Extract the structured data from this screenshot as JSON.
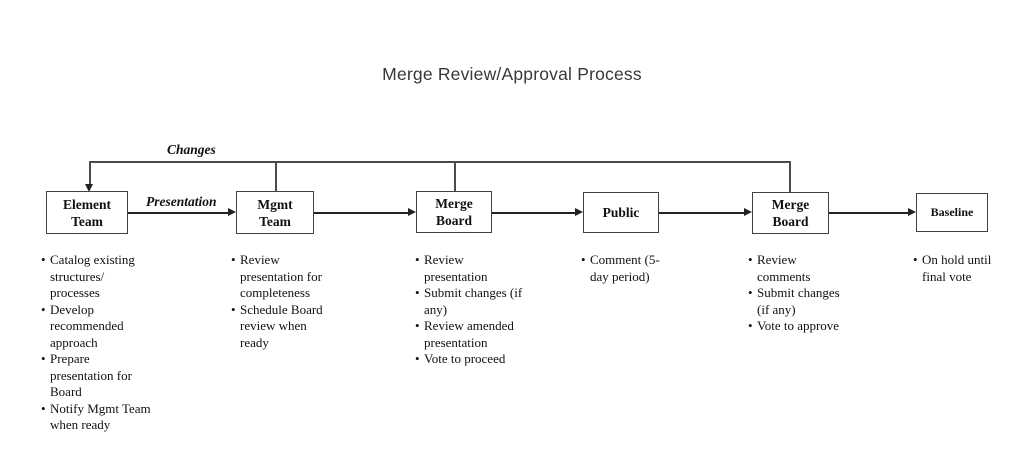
{
  "title": "Merge Review/Approval Process",
  "edge_labels": {
    "changes": "Changes",
    "presentation": "Presentation"
  },
  "nodes": [
    {
      "label": "Element\nTeam",
      "bullets": [
        "Catalog existing structures/ processes",
        "Develop recommended approach",
        "Prepare presentation for Board",
        "Notify Mgmt Team when ready"
      ]
    },
    {
      "label": "Mgmt\nTeam",
      "bullets": [
        "Review presentation for completeness",
        "Schedule Board review when ready"
      ]
    },
    {
      "label": "Merge\nBoard",
      "bullets": [
        "Review presentation",
        "Submit changes (if any)",
        "Review amended presentation",
        "Vote to proceed"
      ]
    },
    {
      "label": "Public",
      "bullets": [
        "Comment (5-day period)"
      ]
    },
    {
      "label": "Merge\nBoard",
      "bullets": [
        "Review comments",
        "Submit changes (if any)",
        "Vote to approve"
      ]
    },
    {
      "label": "Baseline",
      "bullets": [
        "On hold until final vote"
      ]
    }
  ],
  "colors": {
    "background": "#ffffff",
    "box_border": "#424242",
    "connector_line": "#4a4a4a",
    "arrow": "#222222",
    "text": "#111111",
    "title_text": "#383838"
  }
}
